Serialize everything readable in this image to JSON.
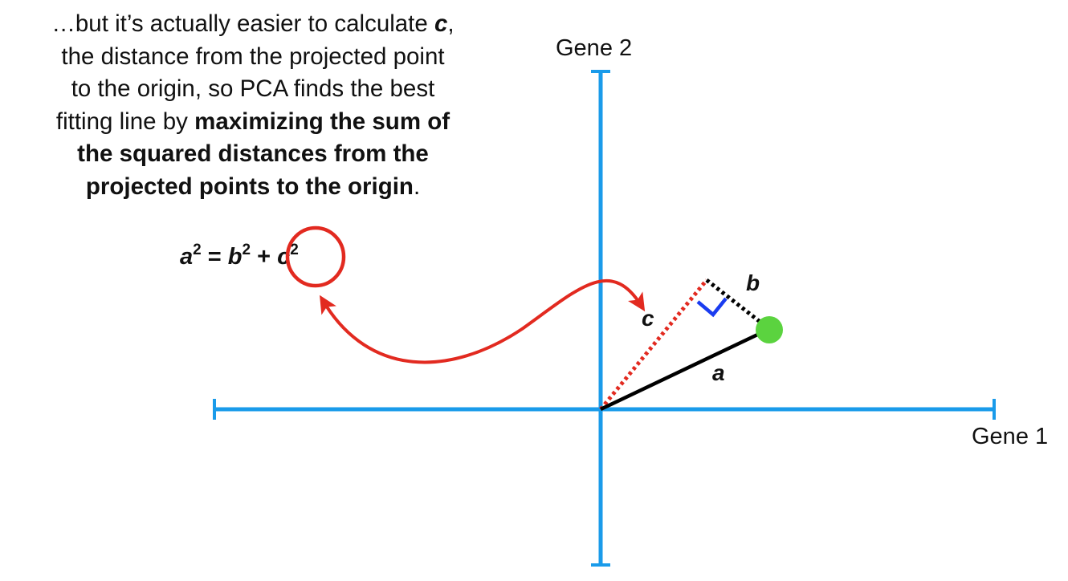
{
  "explanation": {
    "l1_pre": "…but it’s actually easier to calculate ",
    "l1_var": "c",
    "l1_post": ",",
    "l2": "the distance from the projected point",
    "l3": "to the origin, so PCA finds the best",
    "l4_pre": "fitting line by ",
    "l4_bold": "maximizing the sum of",
    "l5": "the squared distances from the",
    "l6_bold": "projected points to the origin",
    "l6_post": "."
  },
  "equation": {
    "a": "a",
    "b": "b",
    "c": "c",
    "exp": "2",
    "eq": " = ",
    "plus": " + "
  },
  "axes": {
    "x_label": "Gene 1",
    "y_label": "Gene 2"
  },
  "segments": {
    "a": "a",
    "b": "b",
    "c": "c"
  },
  "colors": {
    "axis": "#1a9bea",
    "arrow": "#e22a20",
    "point": "#5bd33f",
    "right_angle": "#1a3cf0",
    "line": "#000000"
  }
}
